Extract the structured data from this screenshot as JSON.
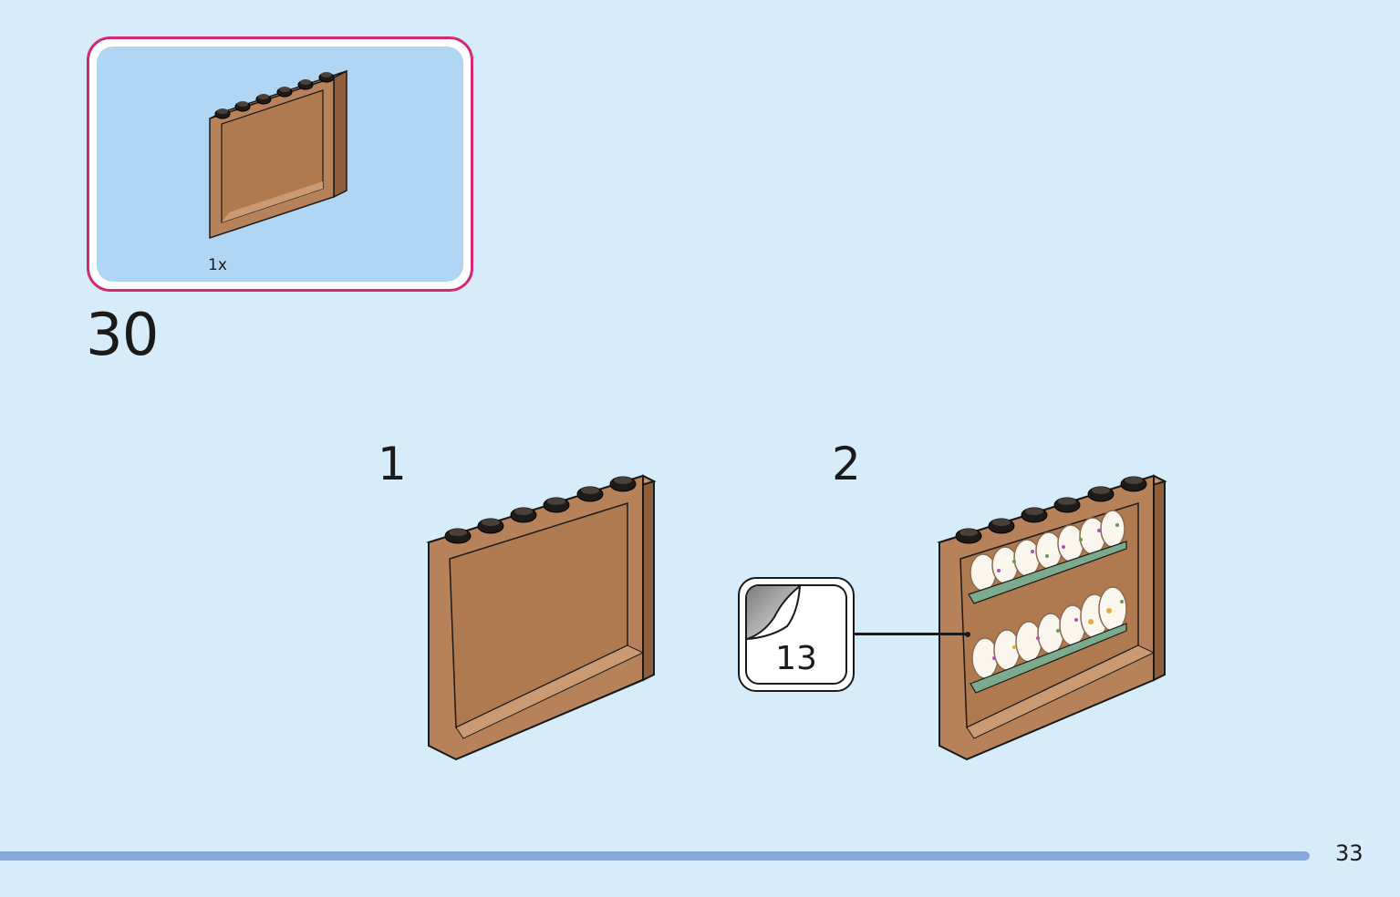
{
  "parts": {
    "quantity": "1x",
    "border_color": "#d6286f",
    "panel_color": "#b1d6f3",
    "brick_color": "#b7825a"
  },
  "step": {
    "number": "30",
    "sub_steps": [
      {
        "label": "1"
      },
      {
        "label": "2"
      }
    ]
  },
  "sticker": {
    "number": "13",
    "icon": "sticker-peel-icon"
  },
  "page": {
    "number": "33",
    "background": "#d6ecfa",
    "bar_color": "#84a8db"
  }
}
